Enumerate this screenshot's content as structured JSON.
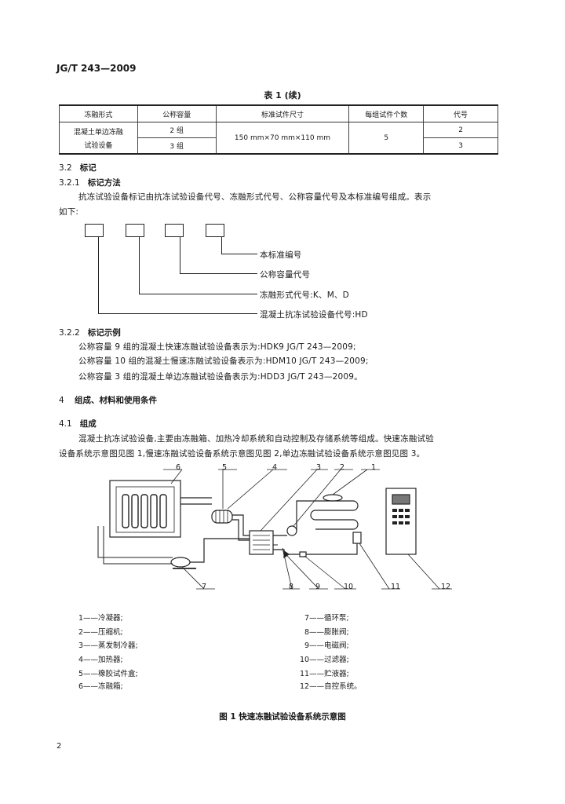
{
  "header": {
    "standard_id": "JG/T 243—2009"
  },
  "table": {
    "caption": "表 1 (续)",
    "headers": [
      "冻融形式",
      "公称容量",
      "标准试件尺寸",
      "每组试件个数",
      "代号"
    ],
    "row_label_line1": "混凝土单边冻融",
    "row_label_line2": "试验设备",
    "capacities": [
      "2 组",
      "3 组"
    ],
    "specimen_size": "150 mm×70 mm×110 mm",
    "count": "5",
    "codes": [
      "2",
      "3"
    ]
  },
  "s3_2": {
    "num": "3.2",
    "title": "标记"
  },
  "s3_2_1": {
    "num": "3.2.1",
    "title": "标记方法",
    "text_line1": "抗冻试验设备标记由抗冻试验设备代号、冻融形式代号、公称容量代号及本标准编号组成。表示",
    "text_line2": "如下:",
    "labels": [
      "本标准编号",
      "公称容量代号",
      "冻融形式代号:K、M、D",
      "混凝土抗冻试验设备代号:HD"
    ]
  },
  "s3_2_2": {
    "num": "3.2.2",
    "title": "标记示例",
    "examples": [
      "公称容量 9 组的混凝土快速冻融试验设备表示为:HDK9 JG/T 243—2009;",
      "公称容量 10 组的混凝土慢速冻融试验设备表示为:HDM10 JG/T 243—2009;",
      "公称容量 3 组的混凝土单边冻融试验设备表示为:HDD3 JG/T 243—2009。"
    ]
  },
  "s4": {
    "num": "4",
    "title": "组成、材料和使用条件"
  },
  "s4_1": {
    "num": "4.1",
    "title": "组成",
    "text_line1": "混凝土抗冻试验设备,主要由冻融箱、加热冷却系统和自动控制及存储系统等组成。快速冻融试验",
    "text_line2": "设备系统示意图见图 1,慢速冻融试验设备系统示意图见图 2,单边冻融试验设备系统示意图见图 3。"
  },
  "figure": {
    "callouts": [
      "6",
      "5",
      "4",
      "3",
      "2",
      "1",
      "7",
      "8",
      "9",
      "10",
      "11",
      "12"
    ],
    "legend_left": [
      "1——冷凝器;",
      "2——压缩机;",
      "3——蒸发制冷器;",
      "4——加热器;",
      "5——橡胶试件盒;",
      "6——冻融箱;"
    ],
    "legend_right": [
      "7——循环泵;",
      "8——膨胀阀;",
      "9——电磁阀;",
      "10——过滤器;",
      "11——贮液器;",
      "12——自控系统。"
    ],
    "caption": "图 1  快速冻融试验设备系统示意图"
  },
  "page_number": "2"
}
